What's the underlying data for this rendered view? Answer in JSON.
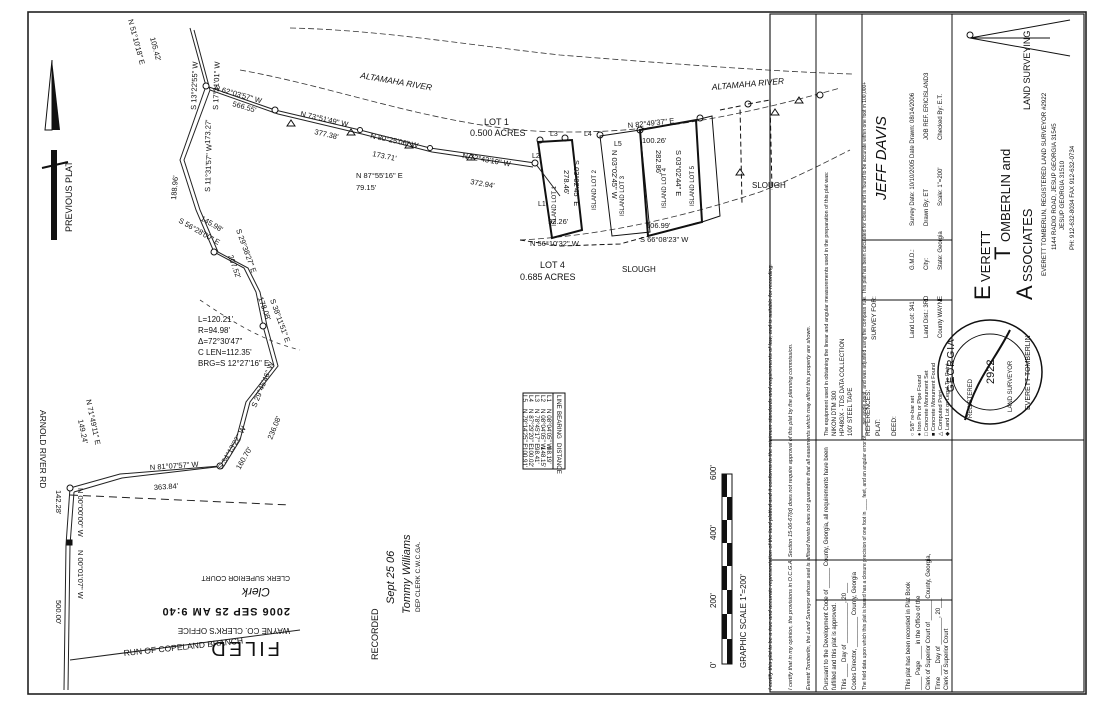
{
  "rivers": [
    "ALTAMAHA RIVER",
    "ALTAMAHA RIVER"
  ],
  "lots": {
    "lot1": [
      "LOT 1",
      "0.500 ACRES"
    ],
    "lot4": [
      "LOT 4",
      "0.685 ACRES"
    ]
  },
  "island_lots": [
    "ISLAND LOT 1",
    "ISLAND LOT 2",
    "ISLAND LOT 3",
    "ISLAND LOT 4",
    "ISLAND LOT 5"
  ],
  "slough_labels": [
    "SLOUGH",
    "SLOUGH"
  ],
  "line_labels": [
    "L1",
    "L2",
    "L3",
    "L4",
    "L5"
  ],
  "bearings": {
    "nw1": "N 51°10'18\" E",
    "nw1_dist": "105.42'",
    "n2": "N 62°03'57\" W",
    "n2_dist": "566.55'",
    "n3": "N 73°51'49\" W",
    "n3_dist": "377.38'",
    "n4": "N 80°25'06\" W",
    "n4_dist": "173.71'",
    "n5": "N 72°43'10\" W",
    "n5_dist": "372.94'",
    "n6": "N 87°55'16\" E",
    "n6_dist": "79.15'",
    "n7": "N 82°49'37\" E",
    "d_100_26": "100.26'",
    "s_left": "S 13°22'55\" W",
    "s_left_dist": "173.27'",
    "s_left2": "S 17°31'01\" W",
    "s_left3": "S 11°31'57\" W",
    "d_188": "188.96'",
    "d_145": "145.98'",
    "s5": "S 56°28'00\" E",
    "s6": "S 29°38'27\" E",
    "d_207": "207.52'",
    "s7": "S 38°11'51\" E",
    "d_178": "178.08'",
    "s8": "S 29°45'46\" W",
    "d_236": "236.08'",
    "s9": "S 34°13'22\" W",
    "d_160": "160.70'",
    "n10": "N 81°07'57\" W",
    "d_363": "363.84'",
    "n11": "N 71°49'11\" E",
    "d_149": "149.24'",
    "d_142": "142.28'",
    "n_000": "N 00°00'00\" W",
    "n_00107": "N 00°01'07\" W",
    "d_500": "500.00'",
    "s_lot1": "S 03°02'45\" E",
    "d_278": "278.46'",
    "n_lot": "N 03°02'45\" W",
    "d_282": "282.86'",
    "s_lot3": "S 03°02'44\" E",
    "d_92": "92.26'",
    "s_56": "N 56°10'32\" W",
    "d_106": "106.99'",
    "s_66": "S 66°08'23\" W"
  },
  "curve": [
    "L=120.21'",
    "R=94.98'",
    "Δ=72°30'47\"",
    "C LEN=112.35'",
    "BRG=S 12°27'16\" E"
  ],
  "roads": [
    "ARNOLD RIVER RD",
    "RUN OF COPELAND BRANCH"
  ],
  "previous_plat": "PREVIOUS PLAT",
  "line_table": {
    "headers": [
      "LINE",
      "BEARING",
      "DISTANCE"
    ],
    "rows": [
      [
        "L1",
        "N 08°04'05\" W",
        "98.19'"
      ],
      [
        "L2",
        "N 08°04'05\" W",
        "148.15'"
      ],
      [
        "L3",
        "N 78°45'17\" E",
        "98.41'"
      ],
      [
        "L4",
        "N 87°29'20\" E",
        "100.02'"
      ],
      [
        "L5",
        "N 79°14'25\" E",
        "100.91'"
      ]
    ]
  },
  "graphic_scale": {
    "ticks": [
      "0'",
      "200'",
      "400'",
      "600'"
    ],
    "label": "GRAPHIC SCALE 1\"=200'"
  },
  "recorded": {
    "label": "RECORDED",
    "date": "Sept 25 06",
    "signature": "Tommy Williams",
    "dep": "DEP CLERK C.W.C.GA."
  },
  "filed_stamp": {
    "title": "FILED",
    "office": "WAYNE CO. CLERK'S OFFICE",
    "time": "2006 SEP 25 AM 9:40",
    "signature": "Clerk",
    "court": "CLERK SUPERIOR COURT"
  },
  "certifications": {
    "c1": "I certify this plat to be a true and accurate representation of the land platted and it conforms to the minimum standards and requirements of law, and is suitable for recording.",
    "c2": "I certify that in my opinion, the provisions in O.C.G.A. Section 15-06-67(d) does not require approval of this plat by the planning commission.",
    "c3": "Everett Tomberlin, the Land Surveyor whose seal is affixed hereto does not guarantee that all easements which may affect this property are shown."
  },
  "development": [
    "Pursuant to the Development Code of ______ County, Georgia, all requirements have been",
    "fulfilled and this plat is approved.",
    "This ____ Day of ____________, 20___",
    "Codes Director, _________ County, Georgia"
  ],
  "field_data": "The field data upon which this plat is based has a closure precision of one foot in ____ feet, and an angular error of ___ per angle point, and was adjusted using the compass rule. This plat has been calculated for closure and is found to be accurate within one foot in 100,000+",
  "record_block": [
    "This plat has been recorded in Plat Book",
    "____ Page ____ in the Office of the",
    "Clerk of Superior Court of ______ County, Georgia,",
    "Time ___ Day of ________, 20___",
    "Clerk of Superior Court"
  ],
  "equipment": [
    "The equipment used in obtaining the linear and angular measurements used in the preparation of this plat was:",
    "NIKON DTM 300",
    "HP48GX - TDS DATA COLLECTION",
    "100' STEEL TAPE"
  ],
  "references": [
    "REFERENCES:",
    "PLAT:",
    "DEED:"
  ],
  "legend": [
    "○ 5/8\" re-bar set",
    "● Iron Pin or Pipe Found",
    "□ Concrete Monument Set",
    "■ Concrete Monument Found",
    "△ Computed Point",
    "◆ Land Lot or Legal Tie Point"
  ],
  "survey_for": {
    "label": "SURVEY FOR:",
    "name": "JEFF DAVIS"
  },
  "survey_info": {
    "land_lot": "Land Lot: 341",
    "gmd": "G.M.D.:",
    "survey_date": "Survey Date: 10/10/2005 Date Drawn: 08/14/2006",
    "land_dist": "Land Dist.: 3RD",
    "city": "City:",
    "drawn_by": "Drawn By: ET",
    "job_ref": "JOB REF. ERICISLAND3",
    "county": "County WAYNE",
    "state": "State: Georgia",
    "scale": "Scale: 1\"=200'",
    "checked": "Checked By: E.T."
  },
  "company": {
    "e": "E",
    "verett": "VERETT",
    "t": "T",
    "omberlin": "OMBERLIN and",
    "a": "A",
    "ssociates": "SSOCIATES",
    "land_surveying": "LAND SURVEYING",
    "registration": "EVERETT TOMBERLIN, REGISTERED LAND SURVEYOR #2922",
    "address": "1144 RADIO ROAD, JESUP GEORGIA 31545",
    "city": "JESUP GEORGIA 31510",
    "phone": "PH: 912-632-8034 FAX 912-632-0734"
  },
  "seal": {
    "top": "GEORGIA",
    "left": "REGISTERED",
    "number": "2922",
    "name": "EVERETT TOMBERLIN",
    "bottom": "LAND SURVEYOR"
  }
}
